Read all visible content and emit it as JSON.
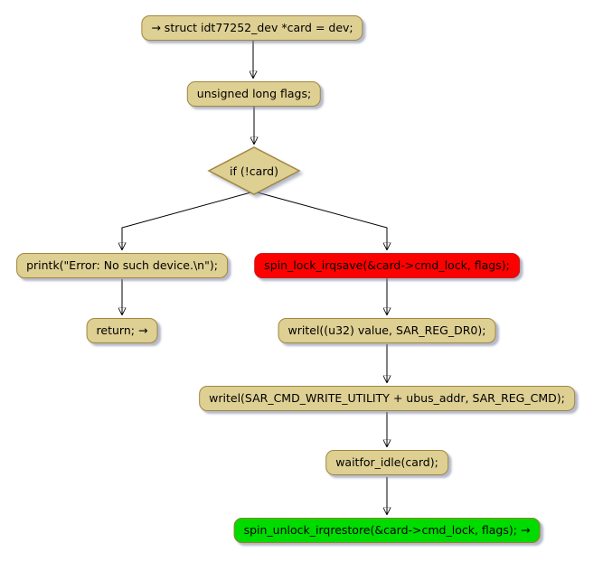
{
  "diagram": {
    "type": "activity-flowchart",
    "nodes": {
      "declare": "→ struct idt77252_dev *card = dev;",
      "flags": "unsigned long flags;",
      "condition": "if (!card)",
      "printk": "printk(\"Error: No such device.\\n\");",
      "return_stmt": "return; →",
      "spin_lock": "spin_lock_irqsave(&card->cmd_lock, flags);",
      "writel_dr0": "writel((u32) value, SAR_REG_DR0);",
      "writel_cmd": "writel(SAR_CMD_WRITE_UTILITY + ubus_addr, SAR_REG_CMD);",
      "waitfor": "waitfor_idle(card);",
      "spin_unlock": "spin_unlock_irqrestore(&card->cmd_lock, flags); →"
    },
    "colors": {
      "node_fill": "#DECF93",
      "node_border": "#A2873D",
      "red_fill": "#FF0000",
      "red_border": "#C41E1E",
      "green_fill": "#00DB00",
      "green_border": "#9B7D2E",
      "edge": "#000000",
      "background": "#FFFFFF"
    }
  }
}
